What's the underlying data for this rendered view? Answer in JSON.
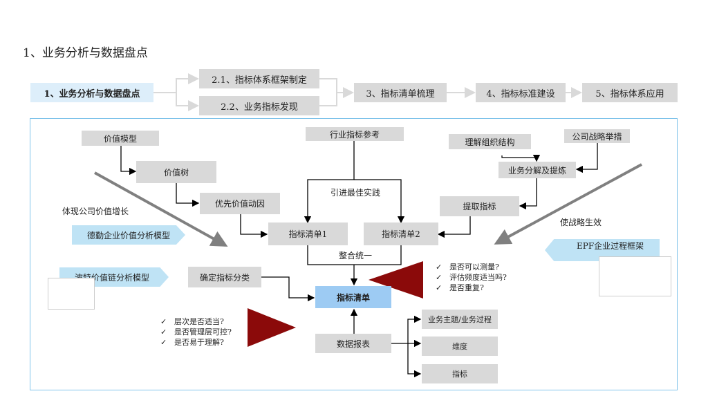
{
  "page_title": "1、业务分析与数据盘点",
  "steps": {
    "s1": "1、业务分析与数据盘点",
    "s21": "2.1、指标体系框架制定",
    "s22": "2.2、业务指标发现",
    "s3": "3、指标清单梳理",
    "s4": "4、指标标准建设",
    "s5": "5、指标体系应用"
  },
  "diagram": {
    "value_model": "价值模型",
    "value_tree": "价值树",
    "priority_driver": "优先价值动因",
    "industry_ref": "行业指标参考",
    "best_practice": "引进最佳实践",
    "list1": "指标清单1",
    "list2": "指标清单2",
    "integrate": "整合统一",
    "understand_org": "理解组织结构",
    "strategy": "公司战略举措",
    "decompose": "业务分解及提炼",
    "extract": "提取指标",
    "reflect_value": "体现公司价值增长",
    "deloitte": "德勤企业价值分析模型",
    "porter": "波特价值链分析模型",
    "effective": "使战略生效",
    "epf": "EPF企业过程框架",
    "classify": "确定指标分类",
    "final_list": "指标清单",
    "report": "数据报表",
    "topic": "业务主题/业务过程",
    "dimension": "维度",
    "metric": "指标",
    "check_right": [
      "是否可以测量?",
      "评估频度适当吗?",
      "是否重复?"
    ],
    "check_left": [
      "层次是否适当?",
      "是否管理层可控?",
      "是否易于理解?"
    ],
    "check_mark": "✓"
  },
  "colors": {
    "box_gray": "#d9d9d9",
    "active_blue": "#ddeefa",
    "banner_blue": "#bfe3f5",
    "final_blue": "#9dcbf3",
    "panel_border": "#7fc3ea",
    "triangle_red": "#8b0a0a",
    "arrow_gray": "#808080"
  }
}
